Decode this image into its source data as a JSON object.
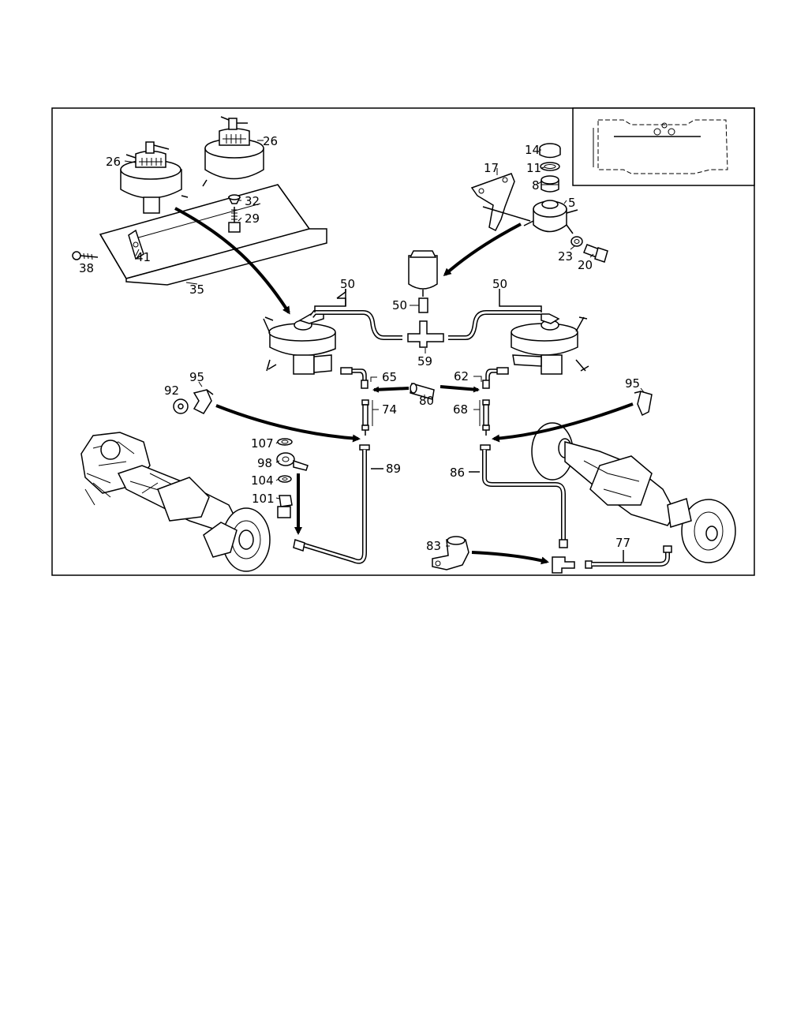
{
  "diagram": {
    "labels": {
      "p26a": "26",
      "p26b": "26",
      "p32": "32",
      "p29": "29",
      "p41": "41",
      "p38": "38",
      "p35": "35",
      "p17": "17",
      "p14": "14",
      "p11": "11",
      "p8": "8",
      "p5": "5",
      "p23": "23",
      "p20": "20",
      "p50a": "50",
      "p50b": "50",
      "p50c": "50",
      "p59": "59",
      "p65": "65",
      "p62": "62",
      "p80": "80",
      "p74": "74",
      "p68": "68",
      "p95a": "95",
      "p92": "92",
      "p95b": "95",
      "p107": "107",
      "p98": "98",
      "p104": "104",
      "p101": "101",
      "p89": "89",
      "p86": "86",
      "p83": "83",
      "p77": "77"
    }
  }
}
